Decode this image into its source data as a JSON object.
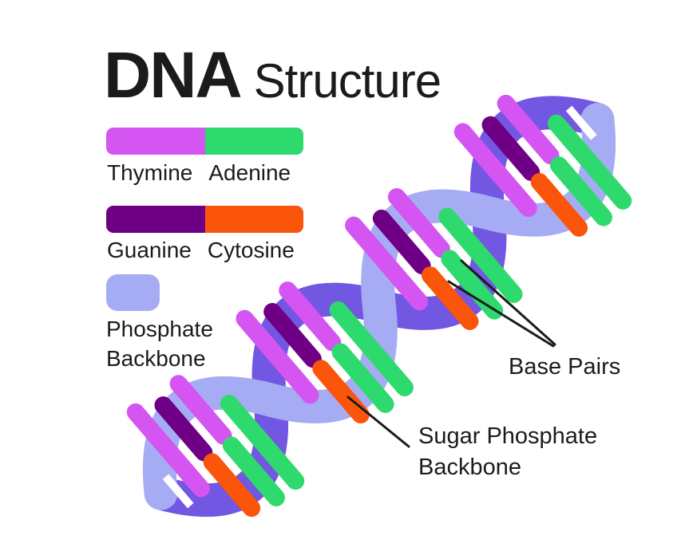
{
  "title": {
    "main": "DNA",
    "sub": "Structure"
  },
  "legend": {
    "pair1": {
      "left": "Thymine",
      "right": "Adenine"
    },
    "pair2": {
      "left": "Guanine",
      "right": "Cytosine"
    },
    "backbone_line1": "Phosphate",
    "backbone_line2": "Backbone"
  },
  "annotations": {
    "base_pairs": "Base Pairs",
    "sugar_phosphate_line1": "Sugar Phosphate",
    "sugar_phosphate_line2": "Backbone"
  },
  "colors": {
    "thymine": "#d455f2",
    "adenine": "#2ed96d",
    "guanine": "#6f0086",
    "cytosine": "#fa550a",
    "backbone_light": "#a6acf3",
    "backbone_dark": "#7157e1",
    "leader_line": "#1b1b1b",
    "text": "#1b1b1b"
  }
}
